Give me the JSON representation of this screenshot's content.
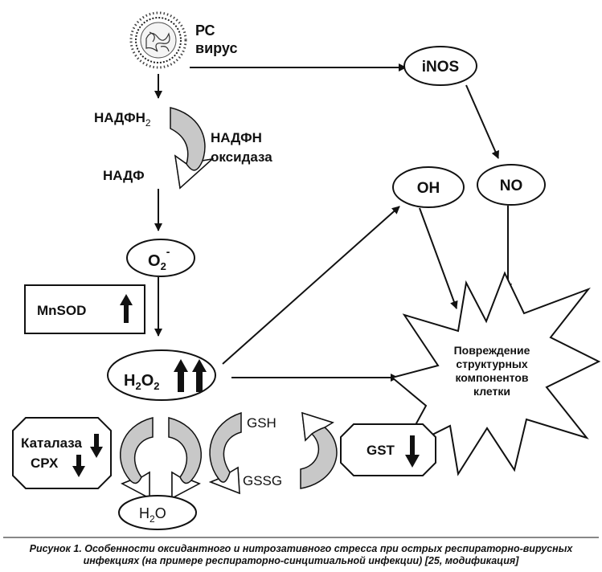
{
  "virus": {
    "line1": "РС",
    "line2": "вирус"
  },
  "enzymes": {
    "inos": "iNOS",
    "nadph_oxidase_line1": "НАДФН",
    "nadph_oxidase_line2": "оксидаза",
    "mnsod": "MnSOD",
    "catalase": "Каталаза",
    "cpx": "СРХ",
    "gst": "GST"
  },
  "metabolites": {
    "nadph2_base": "НАДФН",
    "nadph2_sub": "2",
    "nadp": "НАДФ",
    "o2_base": "O",
    "o2_sub": "2",
    "o2_sup": "-",
    "h2o2_h": "H",
    "h2o2_sub1": "2",
    "h2o2_o": "O",
    "h2o2_sub2": "2",
    "oh": "OH",
    "no": "NO",
    "gsh": "GSH",
    "gssg": "GSSG",
    "h2o_h": "H",
    "h2o_sub": "2",
    "h2o_o": "O"
  },
  "damage": {
    "line1": "Повреждение",
    "line2": "структурных",
    "line3": "компонентов",
    "line4": "клетки"
  },
  "caption": {
    "line1": "Рисунок 1. Особенности оксидантного и нитрозативного стресса при острых респираторно-вирусных",
    "line2": "инфекциях (на примере респираторно-синцитиальной инфекции) [25, модификация]"
  }
}
